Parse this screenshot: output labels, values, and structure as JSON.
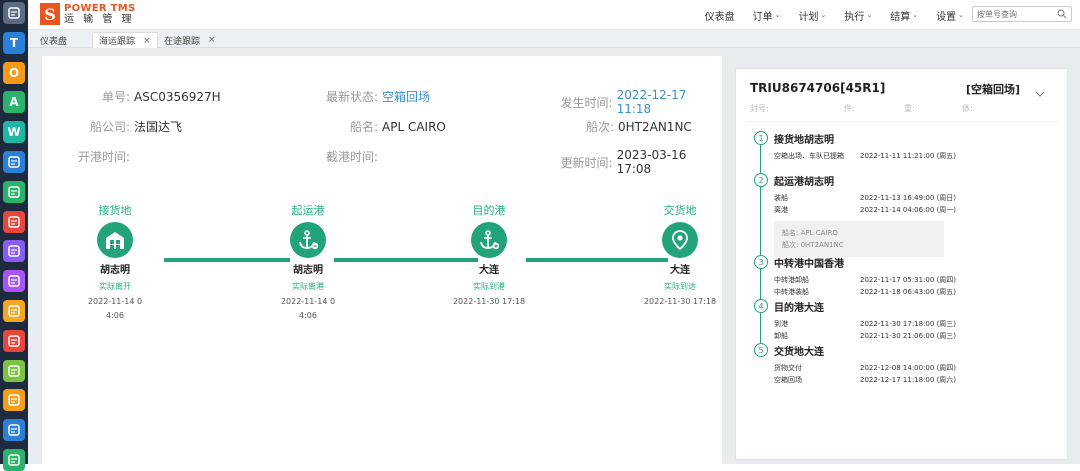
{
  "header": {
    "brand": "POWER TMS",
    "subtitle": "运 输 管 理",
    "nav": [
      {
        "label": "仪表盘",
        "caret": false
      },
      {
        "label": "订单",
        "caret": true
      },
      {
        "label": "计划",
        "caret": true
      },
      {
        "label": "执行",
        "caret": true
      },
      {
        "label": "结算",
        "caret": true
      },
      {
        "label": "设置",
        "caret": true
      }
    ],
    "search_placeholder": "按单号查询"
  },
  "tabs": [
    {
      "label": "仪表盘",
      "active": false,
      "closable": false
    },
    {
      "label": "海运跟踪",
      "active": true,
      "closable": true
    },
    {
      "label": "在途跟踪",
      "active": false,
      "closable": true
    }
  ],
  "sidebar_icons": [
    {
      "name": "user-icon",
      "color": "#5b6b82",
      "glyph": ""
    },
    {
      "name": "tms-app-icon",
      "color": "#2b7fd6",
      "glyph": "T"
    },
    {
      "name": "oms-app-icon",
      "color": "#f39a1b",
      "glyph": "O"
    },
    {
      "name": "ams-app-icon",
      "color": "#2bb36b",
      "glyph": "A"
    },
    {
      "name": "wms-app-icon",
      "color": "#1fb6a3",
      "glyph": "W"
    },
    {
      "name": "grid-app-icon",
      "color": "#2b7fd6",
      "glyph": ""
    },
    {
      "name": "document-app-icon",
      "color": "#2bb36b",
      "glyph": ""
    },
    {
      "name": "message-app-icon",
      "color": "#e8463b",
      "glyph": ""
    },
    {
      "name": "calendar-app-icon",
      "color": "#8a5cf6",
      "glyph": ""
    },
    {
      "name": "team-app-icon",
      "color": "#a855f7",
      "glyph": ""
    },
    {
      "name": "list-app-icon",
      "color": "#f5a623",
      "glyph": ""
    },
    {
      "name": "support-app-icon",
      "color": "#e8463b",
      "glyph": ""
    },
    {
      "name": "leaf-app-icon",
      "color": "#7cc243",
      "glyph": ""
    },
    {
      "name": "hexagon-app-icon",
      "color": "#f29f1b",
      "glyph": ""
    },
    {
      "name": "analytics-app-icon",
      "color": "#2b7fd6",
      "glyph": ""
    },
    {
      "name": "profile-app-icon",
      "color": "#2bb36b",
      "glyph": ""
    }
  ],
  "info": {
    "order_no_label": "单号:",
    "order_no": "ASC0356927H",
    "latest_status_label": "最新状态:",
    "latest_status": "空箱回场",
    "occurred_label": "发生时间:",
    "occurred": "2022-12-17 11:18",
    "carrier_label": "船公司:",
    "carrier": "法国达飞",
    "vessel_label": "船名:",
    "vessel": "APL CAIRO",
    "voyage_label": "船次:",
    "voyage": "0HT2AN1NC",
    "departure_label": "开港时间:",
    "departure": "",
    "cutoff_label": "截港时间:",
    "cutoff": "",
    "updated_label": "更新时间:",
    "updated": "2023-03-16 17:08"
  },
  "route": [
    {
      "title": "接货地",
      "place": "胡志明",
      "status": "实际离开",
      "time1": "2022-11-14 0",
      "time2": "4:06",
      "icon": "warehouse-icon"
    },
    {
      "title": "起运港",
      "place": "胡志明",
      "status": "实际离港",
      "time1": "2022-11-14 0",
      "time2": "4:06",
      "icon": "anchor-departure-icon"
    },
    {
      "title": "目的港",
      "place": "大连",
      "status": "实际到港",
      "time1": "2022-11-30 17:18",
      "time2": "",
      "icon": "anchor-arrival-icon"
    },
    {
      "title": "交货地",
      "place": "大连",
      "status": "实际到达",
      "time1": "2022-11-30 17:18",
      "time2": "",
      "icon": "location-pin-icon"
    }
  ],
  "panel": {
    "container": "TRIU8674706[45R1]",
    "status": "[空箱回场]",
    "meta": [
      {
        "label": "封号:"
      },
      {
        "label": "件:"
      },
      {
        "label": "重:"
      },
      {
        "label": "体:"
      }
    ],
    "steps": [
      {
        "num": "1",
        "title": "接货地胡志明",
        "events": [
          {
            "name": "空箱出场、车队已提箱",
            "time": "2022-11-11 11:21:00 (周五)"
          }
        ]
      },
      {
        "num": "2",
        "title": "起运港胡志明",
        "events": [
          {
            "name": "装船",
            "time": "2022-11-13 16:49:00 (周日)"
          },
          {
            "name": "离港",
            "time": "2022-11-14 04:06:00 (周一)"
          }
        ],
        "vessel": {
          "name_line": "船名: APL CAIRO",
          "voyage_line": "船次: 0HT2AN1NC"
        }
      },
      {
        "num": "3",
        "title": "中转港中国香港",
        "events": [
          {
            "name": "中转港卸船",
            "time": "2022-11-17 05:31:00 (周四)"
          },
          {
            "name": "中转港装船",
            "time": "2022-11-18 06:43:00 (周五)"
          }
        ]
      },
      {
        "num": "4",
        "title": "目的港大连",
        "events": [
          {
            "name": "到港",
            "time": "2022-11-30 17:18:00 (周三)"
          },
          {
            "name": "卸船",
            "time": "2022-11-30 21:06:00 (周三)"
          }
        ]
      },
      {
        "num": "5",
        "title": "交货地大连",
        "events": [
          {
            "name": "货物交付",
            "time": "2022-12-08 14:00:00 (周四)"
          },
          {
            "name": "空箱回场",
            "time": "2022-12-17 11:18:00 (周六)"
          }
        ]
      }
    ]
  }
}
